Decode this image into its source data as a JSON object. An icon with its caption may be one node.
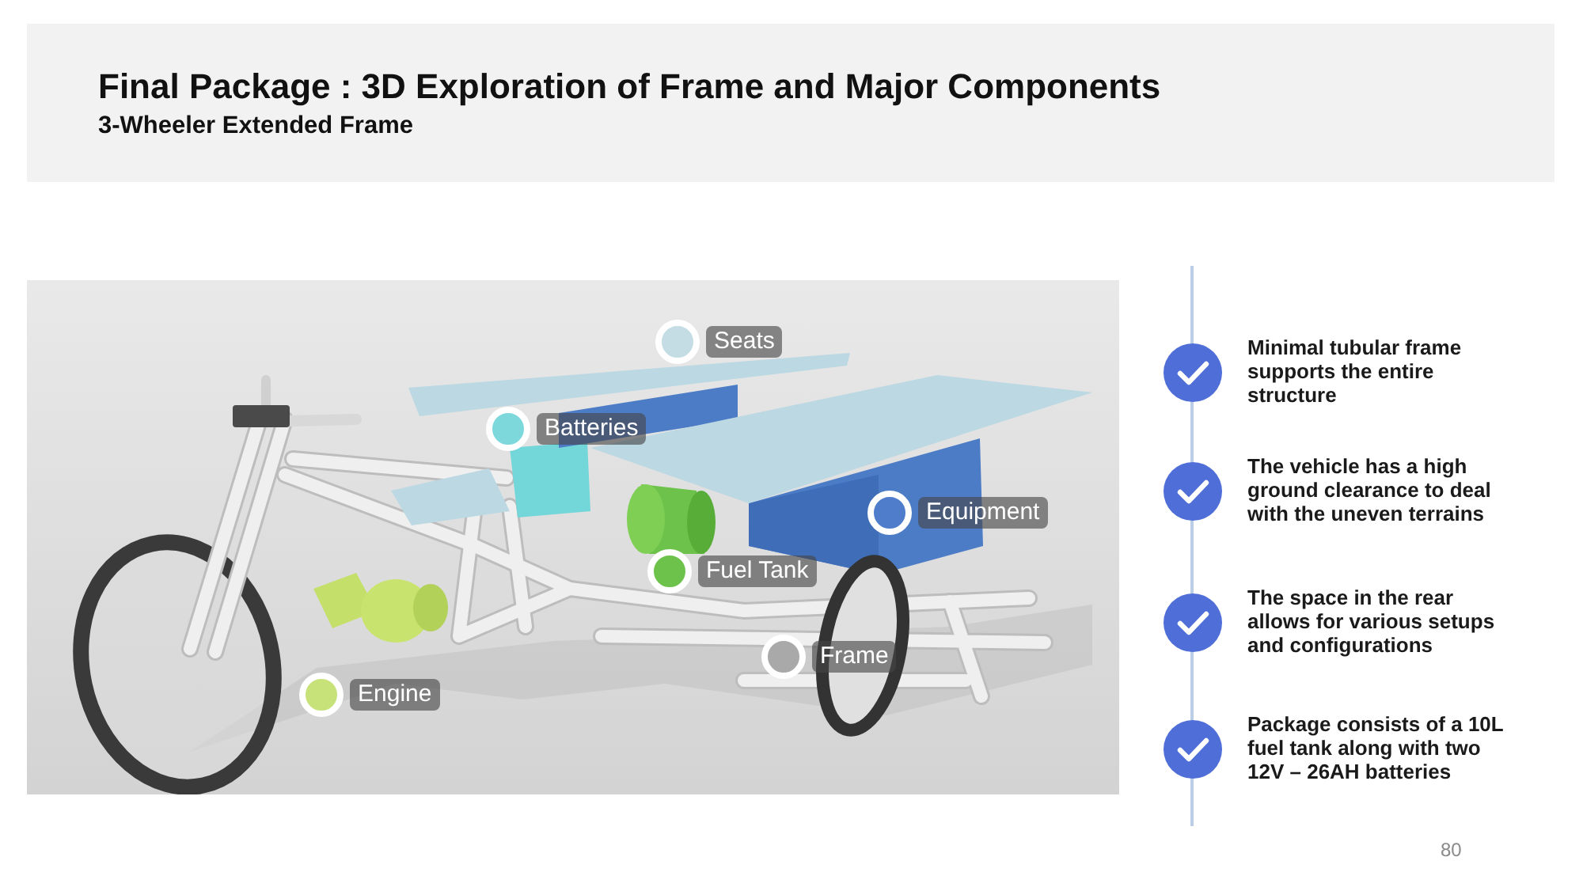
{
  "diagram": {
    "title": "Final Package : 3D Exploration of Frame and Major Components",
    "labels": [
      "3-Wheeler Extended Frame",
      "Seats",
      "Batteries",
      "Equipment",
      "Fuel Tank",
      "Frame",
      "Engine",
      "Minimal tubular frame supports the entire structure",
      "The vehicle has a high ground clearance to deal with the uneven terrains",
      "The space in the rear allows for various setups and configurations",
      "Package consists of a 10L fuel tank along with two 12V – 26AH batteries",
      "80"
    ]
  }
}
